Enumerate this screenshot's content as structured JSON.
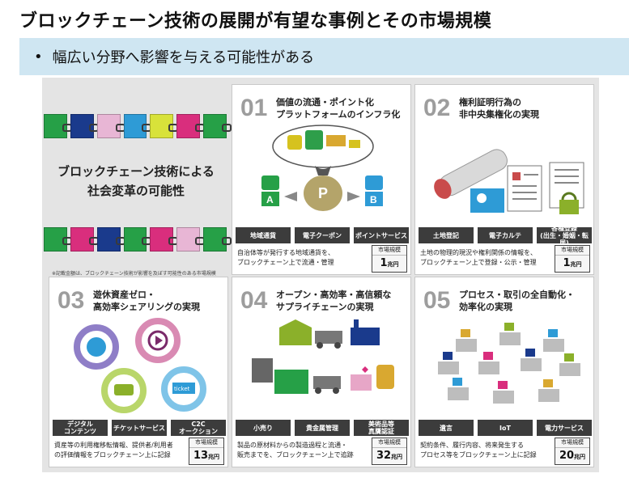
{
  "title": "ブロックチェーン技術の展開が有望な事例とその市場規模",
  "banner": {
    "bullet": "•",
    "text": "幅広い分野へ影響を与える可能性がある"
  },
  "intro": {
    "text": "ブロックチェーン技術による\n社会変革の可能性",
    "note": "※記載金額は、ブロックチェーン技術が影響を及ぼす可能性のある市場規模",
    "chain_colors": [
      "#26a047",
      "#1a3a8c",
      "#e8b6d5",
      "#2e9bd6",
      "#d8e23a",
      "#d92e7d",
      "#26a047"
    ],
    "chain_colors2": [
      "#26a047",
      "#d92e7d",
      "#1a3a8c",
      "#26a047",
      "#d92e7d",
      "#e8b6d5",
      "#26a047"
    ]
  },
  "cards": [
    {
      "num": "01",
      "title": "価値の流通・ポイント化\nプラットフォームのインフラ化",
      "illus_labels": [
        "A",
        "B",
        "P"
      ],
      "tags": [
        "地域通貨",
        "電子クーポン",
        "ポイントサービス"
      ],
      "desc": "自治体等が発行する地域通貨を、\nブロックチェーン上で流通・管理",
      "market_label": "市場規模",
      "market_value": "1",
      "market_unit": "兆円"
    },
    {
      "num": "02",
      "title": "権利証明行為の\n非中央集権化の実現",
      "tags": [
        "土地登記",
        "電子カルテ",
        "各種登録\n(出生・婚姻・転居)"
      ],
      "desc": "土地の物理的現況や権利関係の情報を、\nブロックチェーン上で登録・公示・管理",
      "market_label": "市場規模",
      "market_value": "1",
      "market_unit": "兆円"
    },
    {
      "num": "03",
      "title": "遊休資産ゼロ・\n高効率シェアリングの実現",
      "illus_labels": [
        "ticket"
      ],
      "tags": [
        "デジタル\nコンテンツ",
        "チケットサービス",
        "C2C\nオークション"
      ],
      "desc": "資産等の利用権移転情報、提供者/利用者\nの評価情報をブロックチェーン上に記録",
      "market_label": "市場規模",
      "market_value": "13",
      "market_unit": "兆円"
    },
    {
      "num": "04",
      "title": "オープン・高効率・高信頼な\nサプライチェーンの実現",
      "tags": [
        "小売り",
        "貴金属管理",
        "美術品等\n真贋認証"
      ],
      "desc": "製品の原材料からの製造過程と流通・\n販売までを、ブロックチェーン上で追跡",
      "market_label": "市場規模",
      "market_value": "32",
      "market_unit": "兆円"
    },
    {
      "num": "05",
      "title": "プロセス・取引の全自動化・\n効率化の実現",
      "tags": [
        "遺言",
        "IoT",
        "電力サービス"
      ],
      "desc": "契約条件、履行内容、将来発生する\nプロセス等をブロックチェーン上に記録",
      "market_label": "市場規模",
      "market_value": "20",
      "market_unit": "兆円"
    }
  ]
}
